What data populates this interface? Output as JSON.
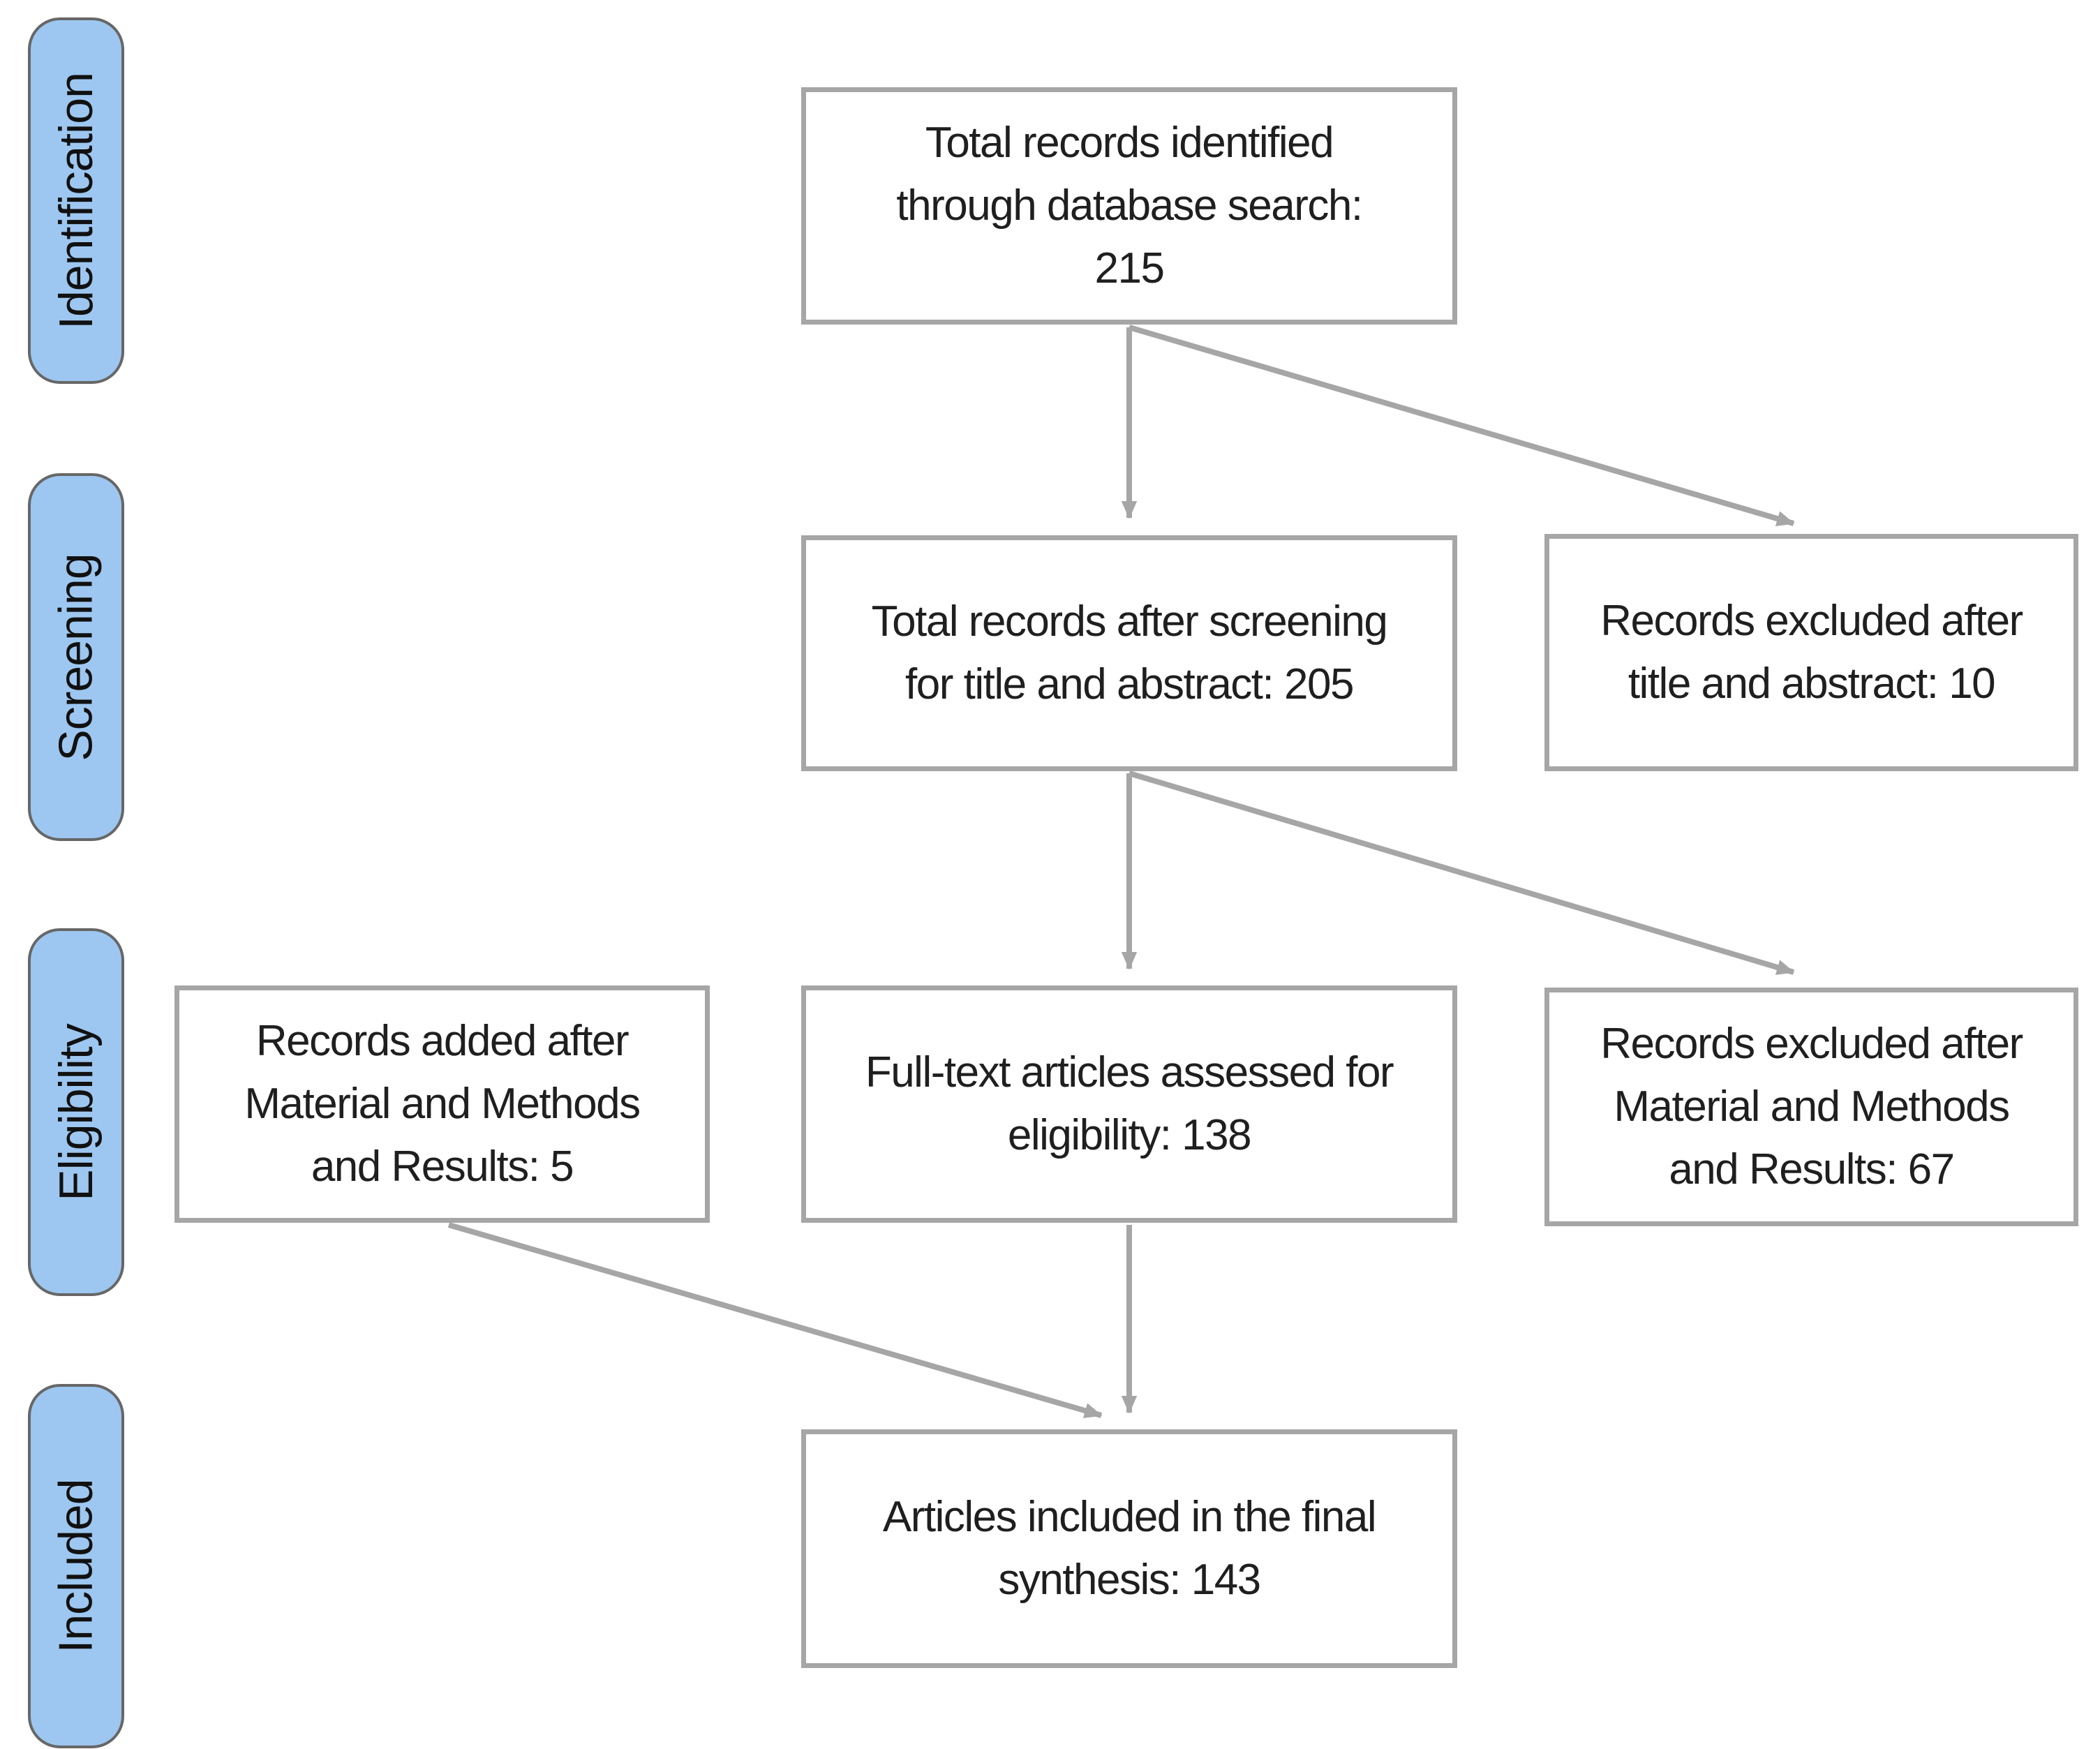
{
  "diagram": {
    "title_implicit": "PRISMA literature selection flow",
    "colors": {
      "stage_fill": "#9dc7f0",
      "stage_border": "#676767",
      "box_border": "#a6a6a6",
      "arrow": "#a6a6a6",
      "text": "#1f1f1f",
      "background": "#ffffff"
    },
    "stages": [
      {
        "label": "Identification"
      },
      {
        "label": "Screening"
      },
      {
        "label": "Eligibility"
      },
      {
        "label": "Included"
      }
    ],
    "boxes": {
      "identified": {
        "lines": [
          "Total records identified",
          "through database search:",
          "215"
        ],
        "count": 215
      },
      "screened": {
        "lines": [
          "Total records after screening",
          "for title and abstract: 205"
        ],
        "count": 205
      },
      "excluded_title": {
        "lines": [
          "Records excluded after",
          "title and abstract: 10"
        ],
        "count": 10
      },
      "added": {
        "lines": [
          "Records added after",
          "Material and Methods",
          "and Results: 5"
        ],
        "count": 5
      },
      "fulltext": {
        "lines": [
          "Full-text articles assessed for",
          "eligibility: 138"
        ],
        "count": 138
      },
      "excluded_mm": {
        "lines": [
          "Records excluded after",
          "Material and Methods",
          "and Results: 67"
        ],
        "count": 67
      },
      "included": {
        "lines": [
          "Articles included in the final",
          "synthesis: 143"
        ],
        "count": 143
      }
    },
    "arrows": [
      {
        "from": "identified",
        "to": "screened"
      },
      {
        "from": "identified",
        "to": "excluded_title"
      },
      {
        "from": "screened",
        "to": "fulltext"
      },
      {
        "from": "screened",
        "to": "excluded_mm"
      },
      {
        "from": "fulltext",
        "to": "included"
      },
      {
        "from": "added",
        "to": "included"
      }
    ]
  }
}
